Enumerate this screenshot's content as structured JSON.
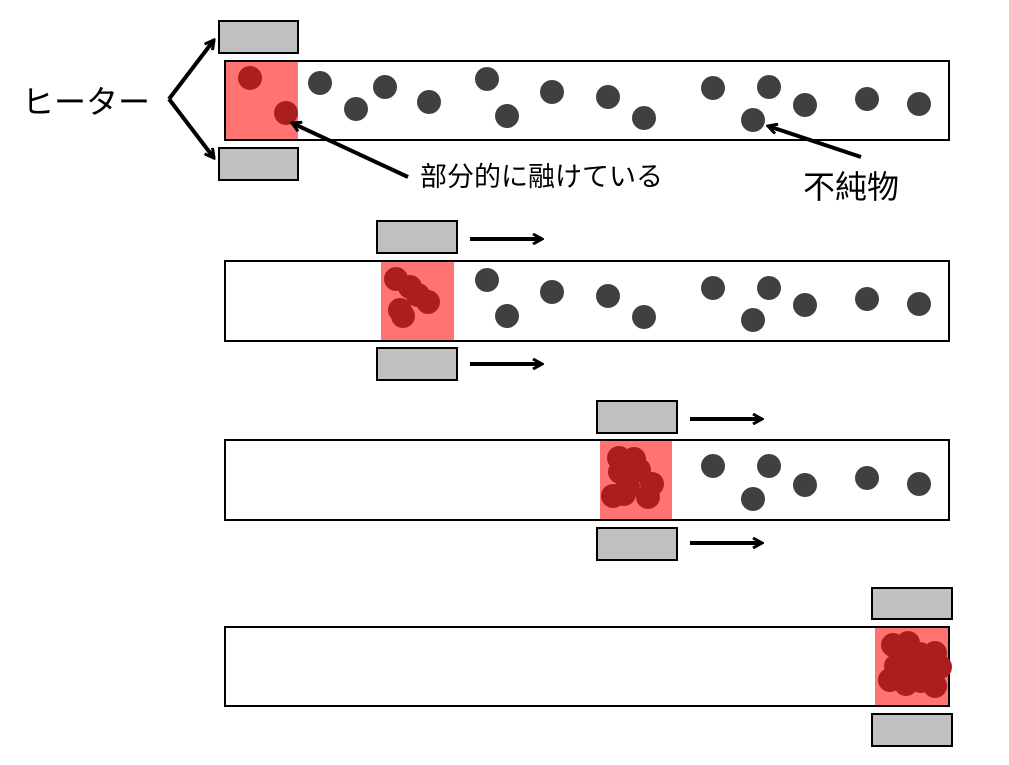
{
  "labels": {
    "heater": "ヒーター",
    "partially_melted": "部分的に融けている",
    "impurities": "不純物"
  },
  "colors": {
    "background": "#ffffff",
    "rod_outline": "#000000",
    "heater_fill": "#c0c0c0",
    "melt_zone_fill": "#ff7373",
    "impurity_dot": "#404040",
    "collected_impurity": "#aa1e1e",
    "arrow": "#000000"
  },
  "stages": [
    {
      "step": 1,
      "heater_moving": false
    },
    {
      "step": 2,
      "heater_moving": true
    },
    {
      "step": 3,
      "heater_moving": true
    },
    {
      "step": 4,
      "heater_moving": false
    }
  ]
}
